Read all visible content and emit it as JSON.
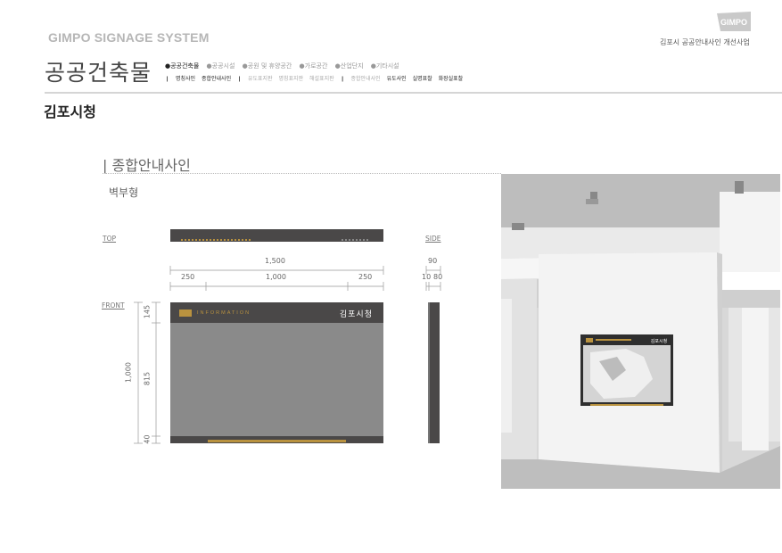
{
  "header": {
    "system_title": "GIMPO SIGNAGE SYSTEM",
    "logo_text": "GIMPO",
    "project": "김포시 공공안내사인 개선사업"
  },
  "category": {
    "title": "공공건축물",
    "nav_primary": [
      "●공공건축물",
      "●공공시설",
      "●공원 및 휴양공간",
      "●가로공간",
      "●산업단지",
      "●기타시설"
    ],
    "nav_secondary": [
      "❙",
      "명칭사인",
      "종합안내사인",
      "❙",
      "유도표지판",
      "명칭표지판",
      "해설표지판",
      "❙",
      "종합안내사인",
      "유도사인",
      "실명표찰",
      "화장실표찰"
    ]
  },
  "place_name": "김포시청",
  "section_title": "| 종합안내사인",
  "sub_title": "벽부형",
  "drawing": {
    "label_top": "TOP",
    "label_side": "SIDE",
    "label_front": "FRONT",
    "dim_total_width": "1,500",
    "dim_left": "250",
    "dim_center": "1,000",
    "dim_right": "250",
    "dim_side_depth": "90",
    "dim_side_a": "10",
    "dim_side_b": "80",
    "dim_height_total": "1,000",
    "dim_h_top": "145",
    "dim_h_mid": "815",
    "dim_h_bottom": "40",
    "sign_brand": "INFORMATION",
    "sign_name": "김포시청"
  },
  "photo": {
    "sign_name": "김포시청"
  },
  "colors": {
    "panel_dark": "#4a4848",
    "panel_gray": "#8a8a8a",
    "accent_gold": "#b9923f"
  }
}
